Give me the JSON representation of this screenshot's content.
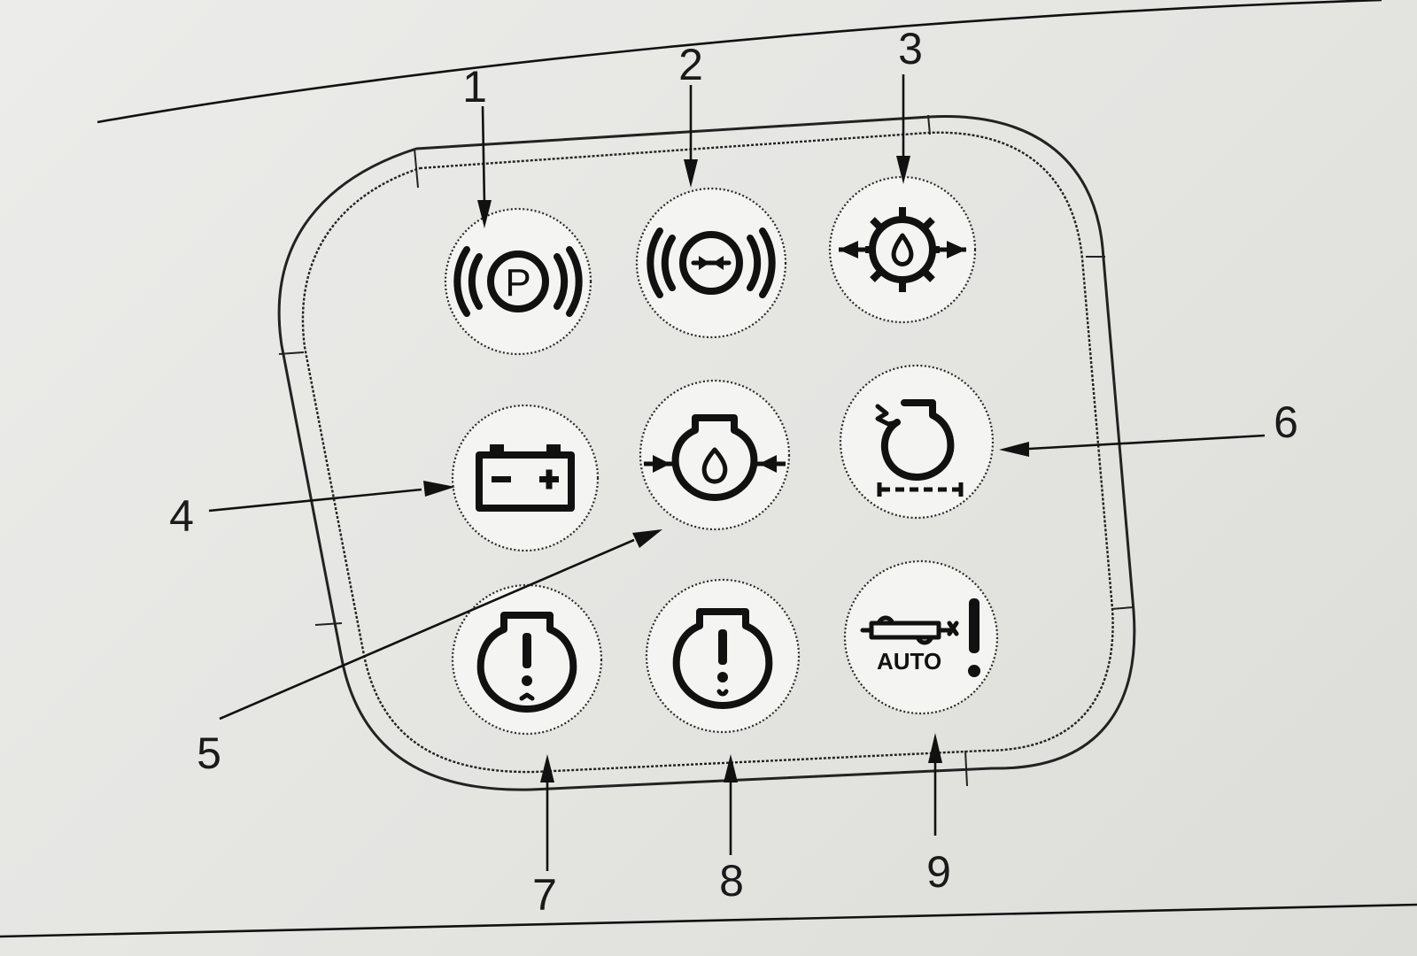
{
  "figure": {
    "callouts": [
      "1",
      "2",
      "3",
      "4",
      "5",
      "6",
      "7",
      "8",
      "9"
    ],
    "auto_label": "AUTO"
  },
  "indicator_lamps": [
    {
      "number": "1",
      "icon": "parking-brake-icon"
    },
    {
      "number": "2",
      "icon": "brake-system-icon"
    },
    {
      "number": "3",
      "icon": "transmission-oil-temperature-icon"
    },
    {
      "number": "4",
      "icon": "battery-charge-icon"
    },
    {
      "number": "5",
      "icon": "engine-oil-pressure-icon"
    },
    {
      "number": "6",
      "icon": "engine-intake-air-icon"
    },
    {
      "number": "7",
      "icon": "engine-warning-icon"
    },
    {
      "number": "8",
      "icon": "engine-warning-icon"
    },
    {
      "number": "9",
      "icon": "auto-regeneration-warning-icon"
    }
  ],
  "colors": {
    "paper": "#e9e9e6",
    "ink": "#111111",
    "lamp_face": "#f4f4f2"
  }
}
